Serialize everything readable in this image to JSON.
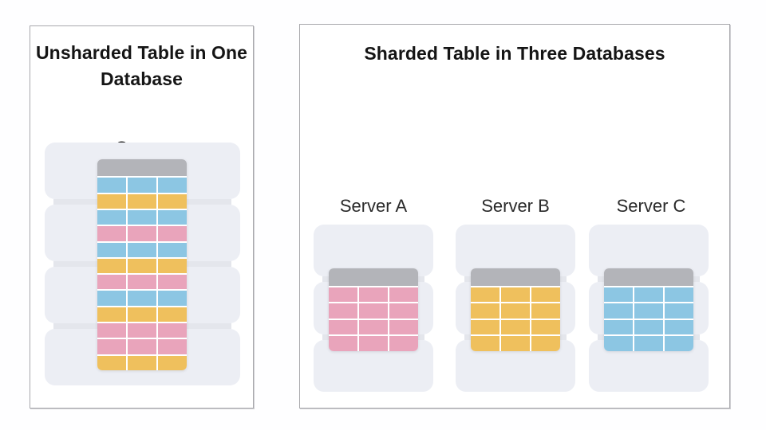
{
  "diagram": {
    "background": "#fefeff",
    "palette": {
      "blue": "#8cc6e3",
      "yellow": "#efc05d",
      "pink": "#e9a4bb",
      "header_gray": "#b3b4b9",
      "rack_slab": "#eceef4",
      "panel_border": "#a8a8ac"
    },
    "panels": [
      {
        "id": "unsharded",
        "title": "Unsharded Table in One Database",
        "servers": [
          {
            "label": "Server",
            "rack_units": 4,
            "table": {
              "columns": 3,
              "has_header": true,
              "rows": [
                "blue",
                "yellow",
                "blue",
                "pink",
                "blue",
                "yellow",
                "pink",
                "blue",
                "yellow",
                "pink",
                "pink",
                "yellow"
              ]
            }
          }
        ]
      },
      {
        "id": "sharded",
        "title": "Sharded Table in Three Databases",
        "servers": [
          {
            "label": "Server A",
            "rack_units": 3,
            "table": {
              "columns": 3,
              "has_header": true,
              "rows": [
                "pink",
                "pink",
                "pink",
                "pink"
              ]
            }
          },
          {
            "label": "Server B",
            "rack_units": 3,
            "table": {
              "columns": 3,
              "has_header": true,
              "rows": [
                "yellow",
                "yellow",
                "yellow",
                "yellow"
              ]
            }
          },
          {
            "label": "Server C",
            "rack_units": 3,
            "table": {
              "columns": 3,
              "has_header": true,
              "rows": [
                "blue",
                "blue",
                "blue",
                "blue"
              ]
            }
          }
        ]
      }
    ]
  }
}
